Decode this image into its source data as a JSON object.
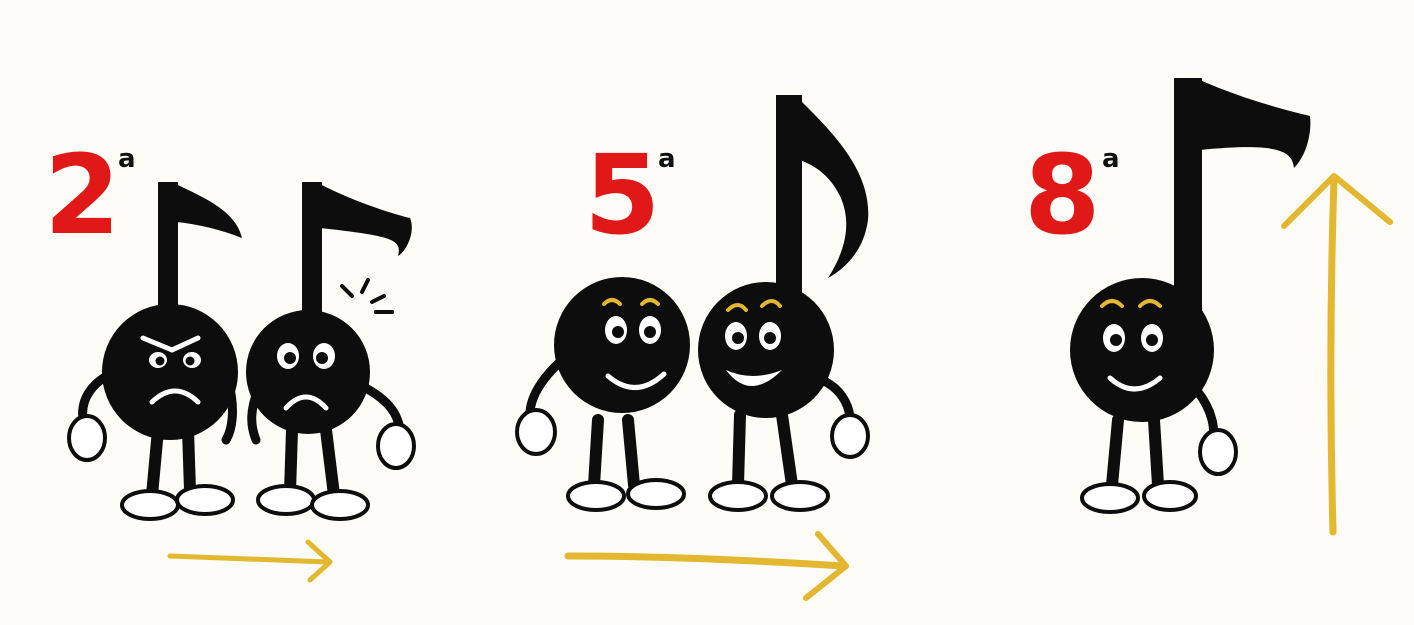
{
  "colors": {
    "background": "#fdfcf7",
    "number": "#e01818",
    "note": "#0d0d0d",
    "arrow": "#e3b72f",
    "eyebrow": "#e3b72f"
  },
  "intervals": [
    {
      "number": "2",
      "superscript": "a",
      "mood": "dissonant",
      "arrow": "horizontal-short",
      "characters": [
        "angry-note-icon",
        "worried-note-icon"
      ]
    },
    {
      "number": "5",
      "superscript": "a",
      "mood": "consonant",
      "arrow": "horizontal-long",
      "characters": [
        "smiling-note-icon",
        "laughing-note-icon"
      ]
    },
    {
      "number": "8",
      "superscript": "a",
      "mood": "consonant",
      "arrow": "vertical-up",
      "characters": [
        "smiling-note-icon"
      ]
    }
  ]
}
